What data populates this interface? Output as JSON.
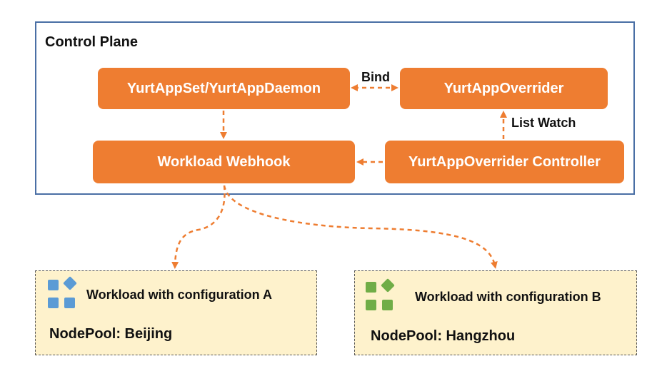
{
  "control_plane": {
    "title": "Control Plane",
    "border_color": "#4a6fa5"
  },
  "nodes": {
    "yurtappset": "YurtAppSet/YurtAppDaemon",
    "overrider": "YurtAppOverrider",
    "webhook": "Workload Webhook",
    "controller": "YurtAppOverrider Controller",
    "fill_color": "#ee7d31"
  },
  "edges": {
    "bind": "Bind",
    "list_watch": "List Watch",
    "arrow_color": "#ee7d31"
  },
  "node_pools": [
    {
      "description": "Workload with configuration A",
      "name": "NodePool: Beijing",
      "icon": "app-grid-icon",
      "icon_color": "#5b9bd5"
    },
    {
      "description": "Workload with configuration B",
      "name": "NodePool: Hangzhou",
      "icon": "app-grid-icon",
      "icon_color": "#70ad47"
    }
  ],
  "pool_fill_color": "#fef2cc"
}
